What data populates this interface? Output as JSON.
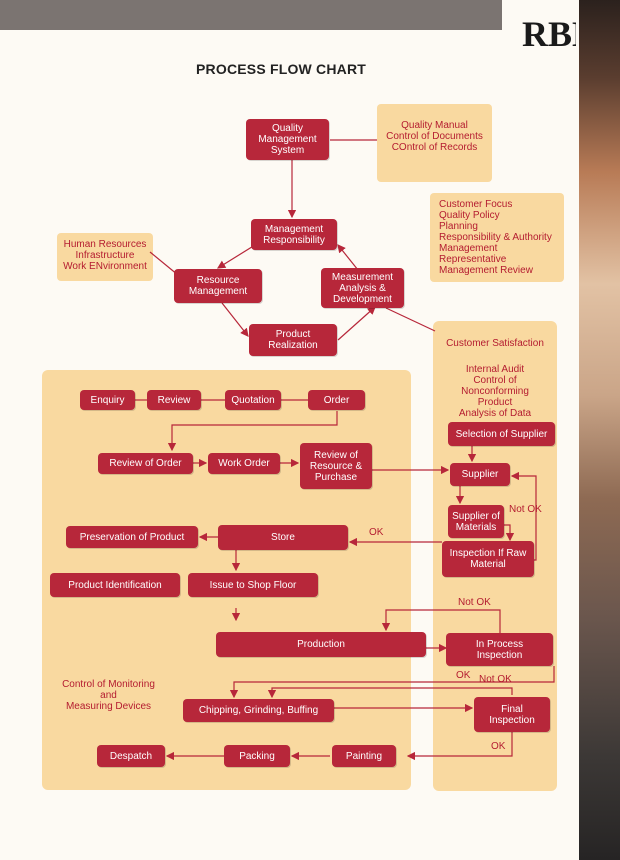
{
  "title": "PROCESS FLOW CHART",
  "logo": "RBD",
  "colors": {
    "box": "#b7273a",
    "panel": "#f9d9a0",
    "text_accent": "#b41c30",
    "topbar": "#7b7471"
  },
  "notes": {
    "qms": [
      "Quality Manual",
      "Control of Documents",
      "COntrol of Records"
    ],
    "mgmt": [
      "Customer Focus",
      "Quality Policy",
      "Planning",
      "Responsibility & Authority",
      "Management",
      "Representative",
      "Management Review"
    ],
    "resource": [
      "Human Resources",
      "Infrastructure",
      "Work ENvironment"
    ],
    "monitoring": [
      "Control of Monitoring",
      "and",
      "Measuring Devices"
    ]
  },
  "measure_panel": {
    "customer_satisfaction": "Customer Satisfaction",
    "items": [
      "Internal Audit",
      "Control of",
      "Nonconforming",
      "Product",
      "Analysis of Data"
    ]
  },
  "boxes": {
    "qms": [
      "Quality",
      "Management",
      "System"
    ],
    "mgmt_resp": [
      "Management",
      "Responsibility"
    ],
    "resource_mgmt": [
      "Resource",
      "Management"
    ],
    "measurement": [
      "Measurement",
      "Analysis &",
      "Development"
    ],
    "product_realization": [
      "Product",
      "Realization"
    ],
    "enquiry": "Enquiry",
    "review": "Review",
    "quotation": "Quotation",
    "order": "Order",
    "review_of_order": "Review of Order",
    "work_order": "Work Order",
    "review_purchase": [
      "Review of",
      "Resource &",
      "Purchase"
    ],
    "selection_supplier": "Selection of Supplier",
    "supplier": "Supplier",
    "supplier_materials": [
      "Supplier of",
      "Materials"
    ],
    "inspection_raw": [
      "Inspection If Raw",
      "Material"
    ],
    "preservation": "Preservation of Product",
    "store": "Store",
    "product_identification": "Product Identification",
    "issue_shop_floor": "Issue to Shop Floor",
    "production": "Production",
    "in_process_inspection": [
      "In Process",
      "Inspection"
    ],
    "chipping": "Chipping, Grinding, Buffing",
    "final_inspection": [
      "Final",
      "Inspection"
    ],
    "despatch": "Despatch",
    "packing": "Packing",
    "painting": "Painting"
  },
  "edge_labels": {
    "ok_store": "OK",
    "not_ok_supplier": "Not OK",
    "not_ok_production": "Not OK",
    "ok_inprocess": "OK",
    "not_ok_final": "Not OK",
    "ok_final": "OK"
  }
}
